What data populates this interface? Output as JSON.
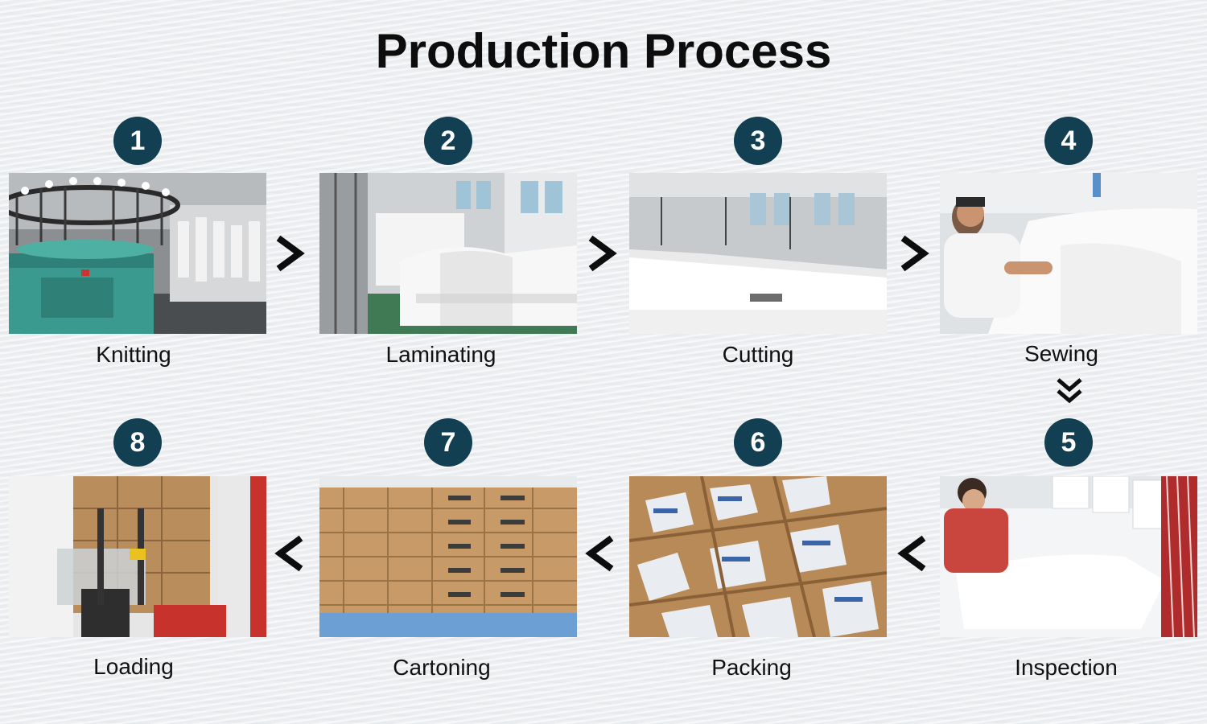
{
  "title": "Production Process",
  "steps": [
    {
      "number": "1",
      "label": "Knitting"
    },
    {
      "number": "2",
      "label": "Laminating"
    },
    {
      "number": "3",
      "label": "Cutting"
    },
    {
      "number": "4",
      "label": "Sewing"
    },
    {
      "number": "5",
      "label": "Inspection"
    },
    {
      "number": "6",
      "label": "Packing"
    },
    {
      "number": "7",
      "label": "Cartoning"
    },
    {
      "number": "8",
      "label": "Loading"
    }
  ],
  "colors": {
    "badge": "#123f52",
    "arrow": "#0d0d0d"
  },
  "icons": {
    "flow_right": "chevron-right-icon",
    "flow_left": "chevron-left-icon",
    "flow_down": "double-chevron-down-icon"
  }
}
